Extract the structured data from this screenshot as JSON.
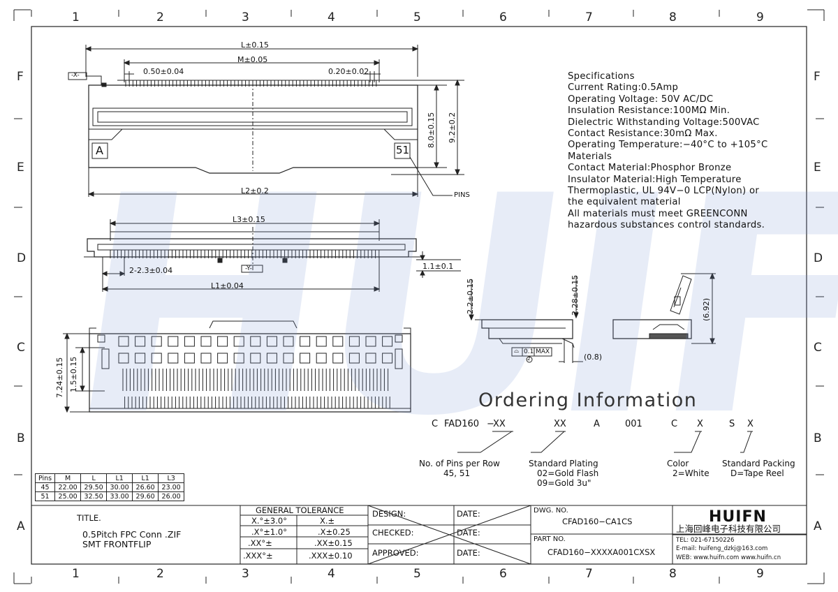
{
  "grid": {
    "cols": [
      "1",
      "2",
      "3",
      "4",
      "5",
      "6",
      "7",
      "8",
      "9"
    ],
    "rows": [
      "F",
      "E",
      "D",
      "C",
      "B",
      "A"
    ]
  },
  "watermark": "HUIFN",
  "top_view": {
    "dim_L": "L±0.15",
    "dim_M": "M±0.05",
    "dim_pitch": "0.50±0.04",
    "dim_pin_w": "0.20±0.02",
    "datum_x": "-X-",
    "dim_h1": "8.0±0.15",
    "dim_h2": "9.2±0.2",
    "pin1_mark": "A",
    "pin_last_mark": "51",
    "dim_L2": "L2±0.2",
    "pins_label": "PINS"
  },
  "front_view": {
    "dim_L3": "L3±0.15",
    "datum_y": "-Y-",
    "dim_offset": "2-2.3±0.04",
    "dim_L1": "L1±0.04",
    "dim_thk": "1.1±0.1"
  },
  "bottom_view": {
    "dim_a": "7.24±0.15",
    "dim_b": "1.5±0.15"
  },
  "side_view": {
    "dim_h": "2.2±0.15",
    "dim_h2": "2.28±0.15",
    "flat_sym": "⌓",
    "flat_val": "0.1",
    "flat_max": "MAX",
    "flat_ref": "2",
    "dim_08": "(0.8)",
    "dim_692": "(6.92)"
  },
  "specs": [
    "Specifications",
    "Current Rating:0.5Amp",
    "Operating Voltage: 50V AC/DC",
    "Insulation Resistance:100MΩ  Min.",
    "Dielectric Withstanding Voltage:500VAC",
    "Contact Resistance:30mΩ  Max.",
    "Operating Temperature:−40°C to +105°C",
    "Materials",
    "Contact Material:Phosphor Bronze",
    "Insulator Material:High Temperature",
    "Thermoplastic, UL 94V−0 LCP(Nylon) or",
    "the equivalent material",
    "All materials must meet GREENCONN",
    "hazardous substances control standards."
  ],
  "ordering": {
    "title": "Ordering Information",
    "code": [
      "C",
      "FAD160",
      "−",
      "XX",
      "XX",
      "A",
      "001",
      "C",
      "X",
      "S",
      "X"
    ],
    "pins_label": "No. of Pins per Row",
    "pins_values": "45, 51",
    "plating_label": "Standard Plating",
    "plating_1": "02=Gold Flash",
    "plating_2": "09=Gold 3u\"",
    "color_label": "Color",
    "color_1": "2=White",
    "pack_label": "Standard Packing",
    "pack_1": "D=Tape Reel"
  },
  "pin_table": {
    "headers": [
      "Pins",
      "M",
      "L",
      "L1",
      "L1",
      "L3"
    ],
    "rows": [
      [
        "45",
        "22.00",
        "29.50",
        "30.00",
        "26.60",
        "23.00"
      ],
      [
        "51",
        "25.00",
        "32.50",
        "33.00",
        "29.60",
        "26.00"
      ]
    ]
  },
  "title_block": {
    "title_label": "TITLE.",
    "title_line1": "0.5Pitch FPC  Conn .ZIF",
    "title_line2": "SMT FRONTFLIP",
    "tol_header": "GENERAL  TOLERANCE",
    "tol": [
      [
        "X.°±3.0°",
        "X.±"
      ],
      [
        ".X°±1.0°",
        ".X±0.25"
      ],
      [
        ".XX°±",
        ".XX±0.15"
      ],
      [
        ".XXX°±",
        ".XXX±0.10"
      ]
    ],
    "design": "DESIGN:",
    "checked": "CHECKED:",
    "approved": "APPROVED:",
    "date": "DATE:",
    "dwg_label": "DWG. NO.",
    "dwg_no": "CFAD160−CA1CS",
    "part_label": "PART NO.",
    "part_no": "CFAD160−XXXXA001CXSX",
    "company_logo": "HUIFN",
    "company_cn": "上海回峰电子科技有限公司",
    "tel": "TEL: 021-67150226",
    "email": "E-mail: huifeng_dzkj@163.com",
    "web": "WEB: www.huifn.com  www.huifn.cn"
  }
}
